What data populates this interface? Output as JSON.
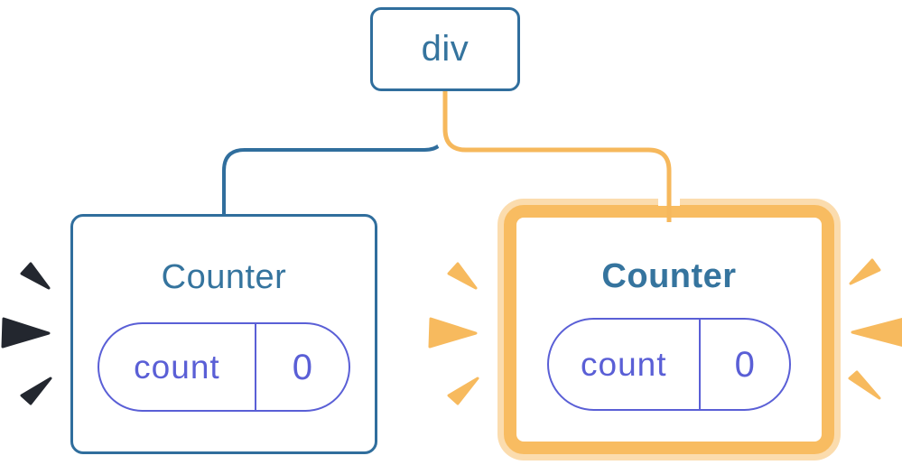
{
  "colors": {
    "blue_line": "#306E9D",
    "blue_text": "#35749E",
    "indigo": "#5A5FD6",
    "orange_ring": "#F8BC61",
    "orange_halo": "#FBDCAE",
    "orange_line": "#F6B85C",
    "orange_burst": "#F7BA5E",
    "dark_burst": "#23272F",
    "edge_casing": "#FFFFFF"
  },
  "diagram": {
    "root": {
      "label": "div"
    },
    "nodes": [
      {
        "id": "counter-left",
        "title": "Counter",
        "highlighted": false,
        "state_pill": {
          "name": "count",
          "value": "0"
        }
      },
      {
        "id": "counter-right",
        "title": "Counter",
        "highlighted": true,
        "state_pill": {
          "name": "count",
          "value": "0"
        }
      }
    ]
  }
}
